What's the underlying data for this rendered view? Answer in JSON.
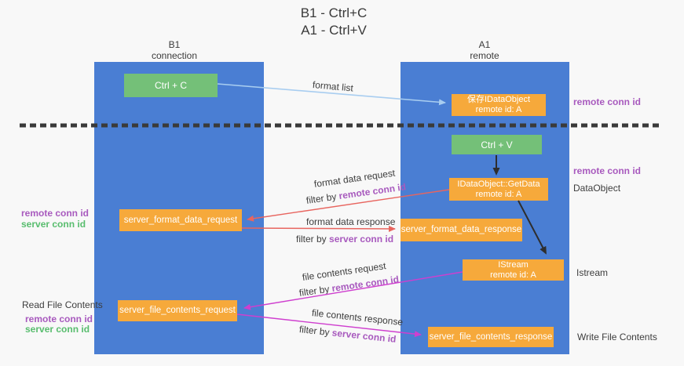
{
  "title": {
    "line1": "B1 - Ctrl+C",
    "line2": "A1 - Ctrl+V"
  },
  "columns": {
    "b1": {
      "name": "B1",
      "subtitle": "connection"
    },
    "a1": {
      "name": "A1",
      "subtitle": "remote"
    }
  },
  "boxes": {
    "ctrl_c": "Ctrl + C",
    "ctrl_v": "Ctrl + V",
    "save_idataobject": {
      "line1": "保存IDataObject",
      "line2": "remote id: A"
    },
    "getdata": {
      "line1": "IDataObject::GetData",
      "line2": "remote id: A"
    },
    "istream": {
      "line1": "IStream",
      "line2": "remote id: A"
    },
    "server_format_data_request": "server_format_data_request",
    "server_format_data_response": "server_format_data_response",
    "server_file_contents_request": "server_file_contents_request",
    "server_file_contents_response": "server_file_contents_response"
  },
  "arrow_labels": {
    "format_list": "format list",
    "format_data_request": "format data request",
    "format_data_response": "format data response",
    "file_contents_request": "file contents request",
    "file_contents_response": "file contents response",
    "filter_by": "filter by",
    "remote_conn_id": "remote conn id",
    "server_conn_id": "server conn id"
  },
  "side_labels": {
    "remote_conn_id": "remote conn id",
    "server_conn_id": "server conn id",
    "dataobject": "DataObject",
    "istream": "Istream",
    "read_file_contents": "Read File Contents",
    "write_file_contents": "Write File Contents"
  },
  "colors": {
    "column_blue": "#4a7ed3",
    "box_green": "#74c078",
    "box_orange": "#f6a93b",
    "arrow_lightblue": "#a8cdf0",
    "arrow_red": "#e8655f",
    "arrow_magenta": "#cf3fcf",
    "arrow_black": "#2e2e2e",
    "text_purple": "#a85abe",
    "text_green": "#58bd6e",
    "dash_color": "#3a3a3a"
  }
}
